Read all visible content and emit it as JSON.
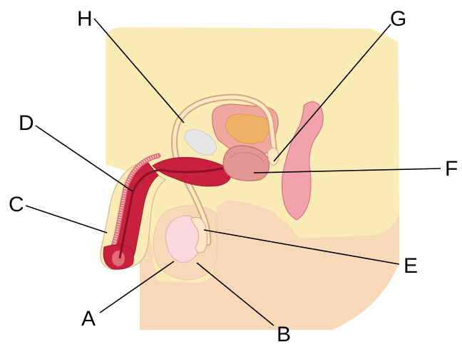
{
  "labels": {
    "a": "A",
    "b": "B",
    "c": "C",
    "d": "D",
    "e": "E",
    "f": "F",
    "g": "G",
    "h": "H"
  },
  "colors": {
    "outline": "#000000",
    "body_upper": "#fbecb5",
    "body_lower": "#f7d8b9",
    "skin_edge": "#d9b58e",
    "duct_fill": "#fde7c8",
    "duct_edge": "#d7a878",
    "erectile_red": "#c8203d",
    "erectile_light": "#e06c75",
    "prostate": "#e69595",
    "bladder_outer": "#f0a7a0",
    "bladder_inner": "#f0b068",
    "rectum": "#f3a1ac",
    "testis": "#fbd9de",
    "pubic_bone": "#e8e8e8"
  }
}
